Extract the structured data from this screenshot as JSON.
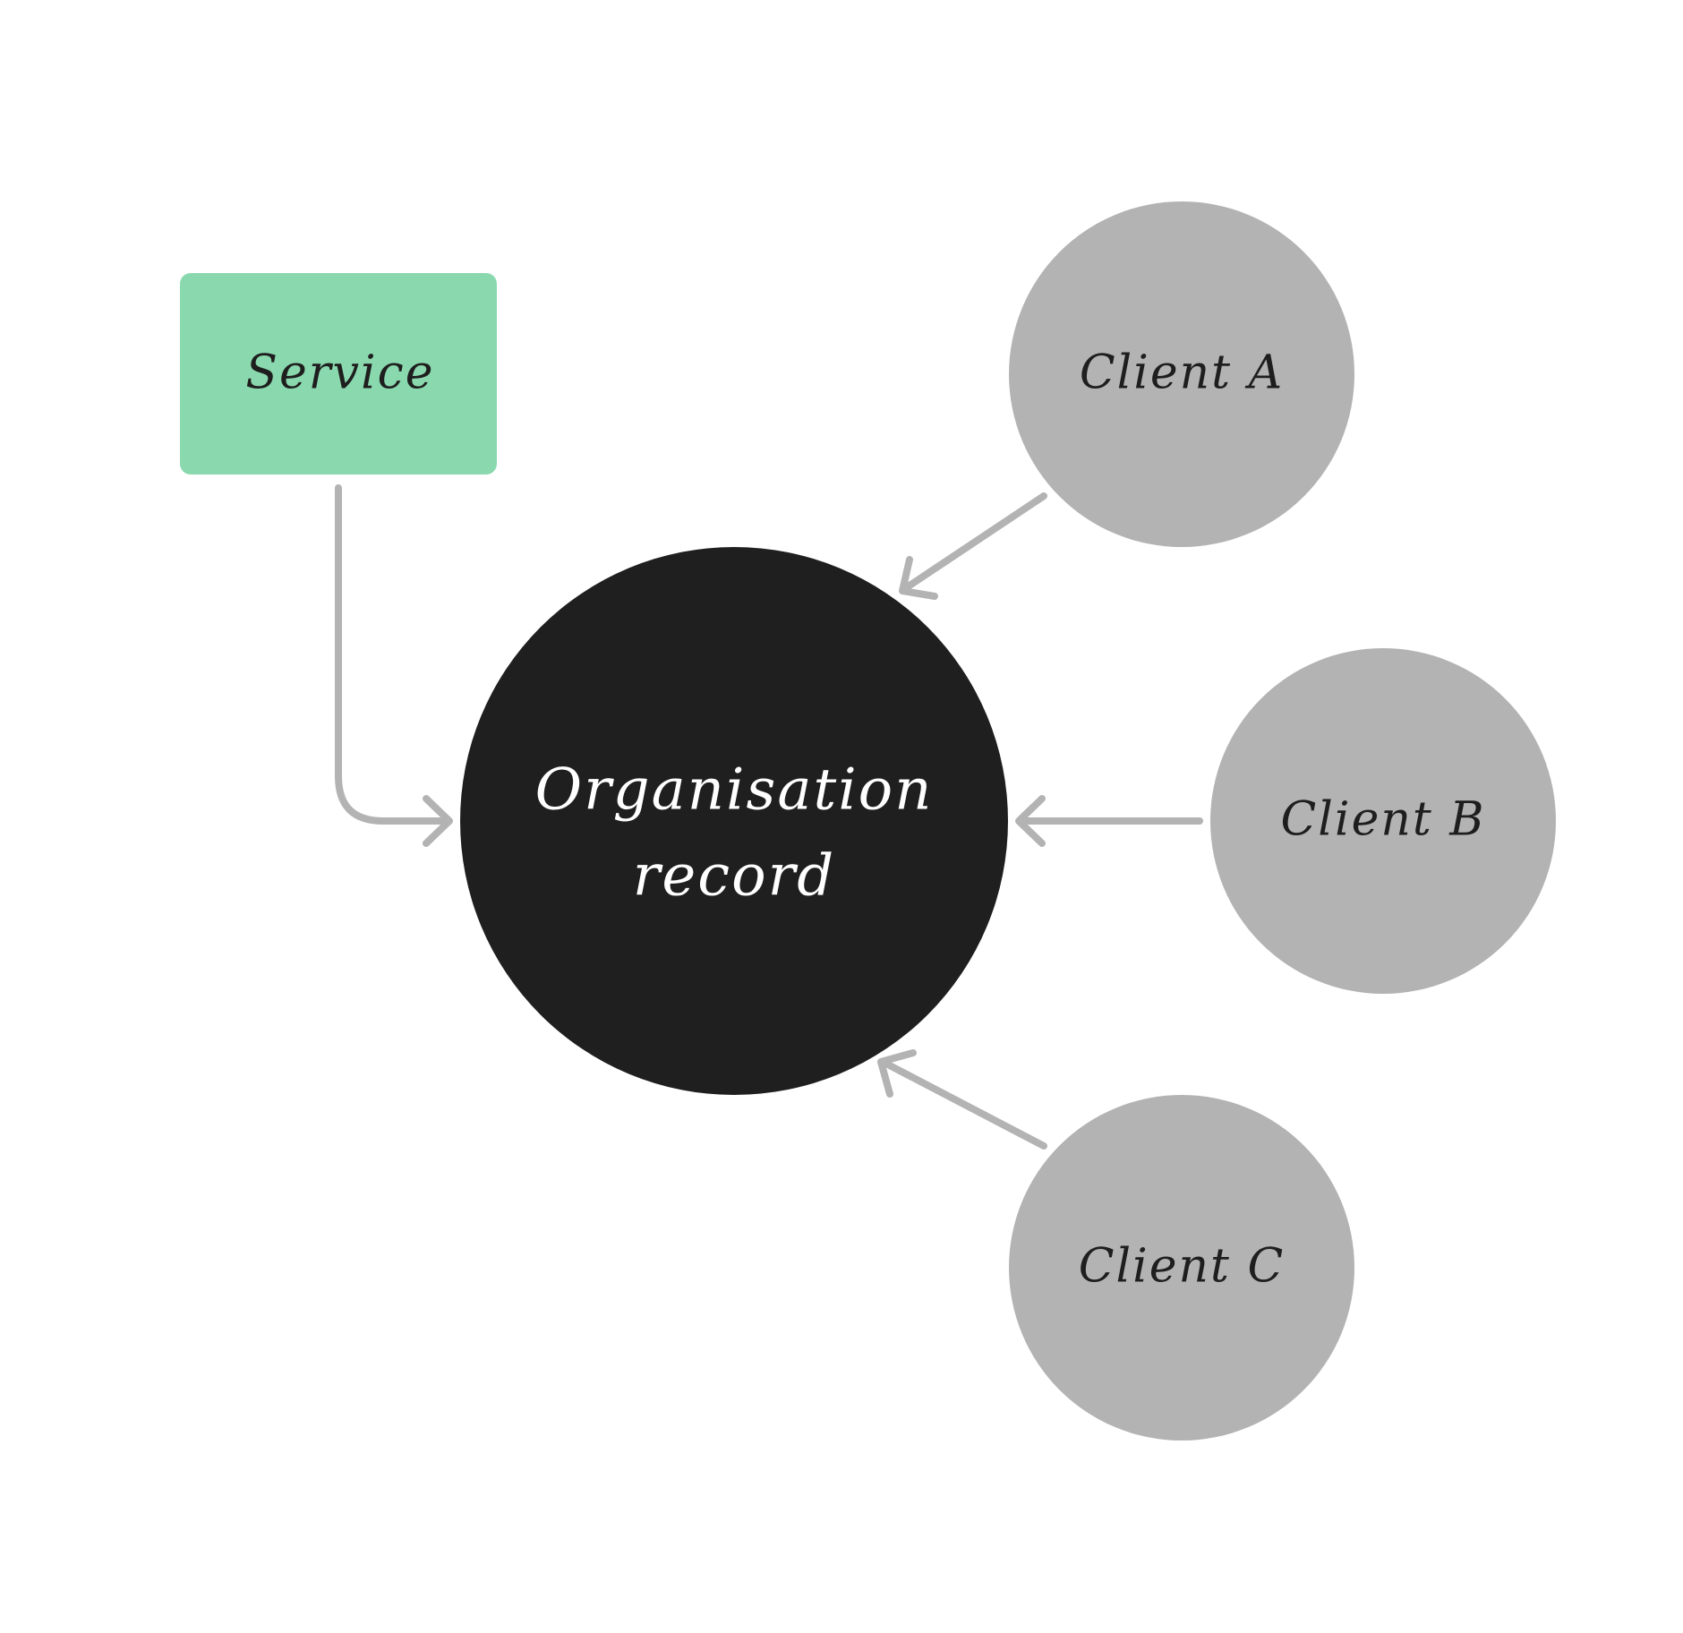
{
  "diagram": {
    "center": {
      "line1": "Organisation",
      "line2": "record",
      "fill": "#1f1f1f",
      "text_color": "#ffffff"
    },
    "service": {
      "label": "Service",
      "fill": "#8ad8ad"
    },
    "clients": [
      {
        "label": "Client A",
        "fill": "#b3b3b3"
      },
      {
        "label": "Client B",
        "fill": "#b3b3b3"
      },
      {
        "label": "Client C",
        "fill": "#b3b3b3"
      }
    ],
    "connector_color": "#b3b3b3",
    "edges": [
      {
        "from": "Service",
        "to": "Organisation record"
      },
      {
        "from": "Client A",
        "to": "Organisation record"
      },
      {
        "from": "Client B",
        "to": "Organisation record"
      },
      {
        "from": "Client C",
        "to": "Organisation record"
      }
    ]
  }
}
